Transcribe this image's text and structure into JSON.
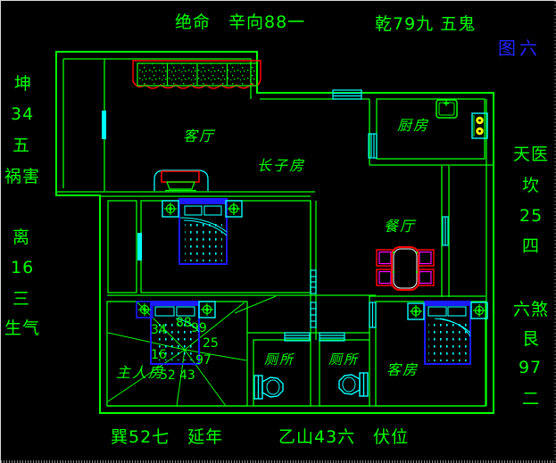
{
  "figure_label": "图六",
  "compass": {
    "top_left": "绝命　辛向88一",
    "top_right": "乾79九 五鬼",
    "bottom_left": "巽52七　延年",
    "bottom_right": "乙山43六　伏位",
    "left_upper": [
      "坤",
      "34",
      "五",
      "祸害"
    ],
    "left_lower": [
      "离",
      "16",
      "三",
      "生气"
    ],
    "right_upper": [
      "天医",
      "坎",
      "25",
      "四"
    ],
    "right_lower": [
      "六煞",
      "艮",
      "97",
      "二"
    ]
  },
  "rooms": {
    "living": "客厅",
    "kitchen": "厨房",
    "eldest_son": "长子房",
    "dining": "餐厅",
    "master": "主人房",
    "toilet_left": "厕所",
    "toilet_right": "厕所",
    "guest": "客房"
  },
  "master_star": {
    "numbers": [
      "34",
      "88",
      "99",
      "25",
      "97",
      "16",
      "52",
      "43"
    ]
  },
  "icons": {
    "nightstand": "compass-cross-icon",
    "toilet": "toilet-bowl-icon",
    "stove": "two-burner-stove-icon",
    "sink": "kitchen-sink-icon"
  },
  "colors": {
    "background": "#000000",
    "wall": "#00ff00",
    "text": "#00ff00",
    "figure_label": "#2323ff",
    "furniture_blue": "#1a1aff",
    "fixture_cyan": "#00ffff",
    "accent_red": "#ff0000",
    "accent_magenta": "#ff00ff",
    "burner_yellow": "#ffff00"
  }
}
